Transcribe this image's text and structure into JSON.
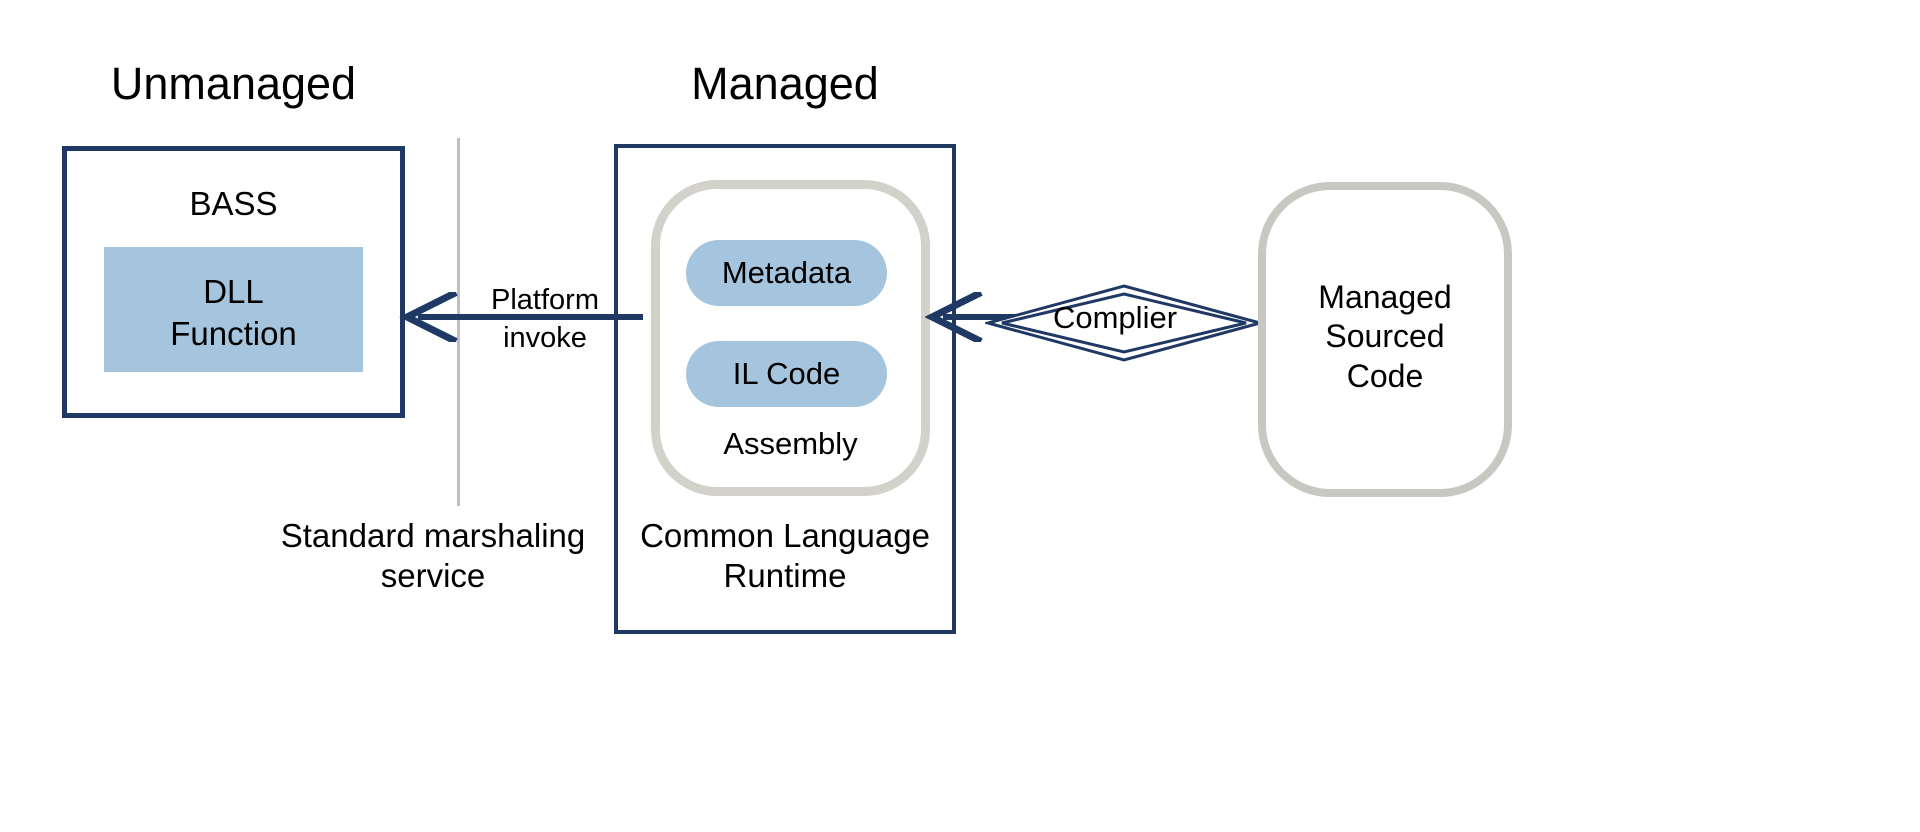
{
  "diagram": {
    "title_left": "Unmanaged",
    "title_right": "Managed",
    "colors": {
      "navy": "#1F3864",
      "light_blue": "#A5C4DD",
      "gray_outline": "#D2D2CA",
      "divider_gray": "#BFBFBF",
      "background": "#FFFFFF",
      "text": "#000000"
    },
    "unmanaged": {
      "box_label": "BASS",
      "inner_block_line1": "DLL",
      "inner_block_line2": "Function"
    },
    "divider": {
      "caption_line1": "Standard marshaling",
      "caption_line2": "service"
    },
    "platform_invoke": {
      "label_line1": "Platform",
      "label_line2": "invoke",
      "icon": "left-arrow-icon"
    },
    "managed": {
      "runtime_line1": "Common Language",
      "runtime_line2": "Runtime",
      "assembly_label": "Assembly",
      "pills": [
        {
          "label": "Metadata"
        },
        {
          "label": "IL Code"
        }
      ]
    },
    "compiler": {
      "label": "Complier",
      "icon": "diamond-shape-icon",
      "arrow_icon": "left-arrow-icon"
    },
    "source": {
      "line1": "Managed",
      "line2": "Sourced",
      "line3": "Code"
    }
  }
}
